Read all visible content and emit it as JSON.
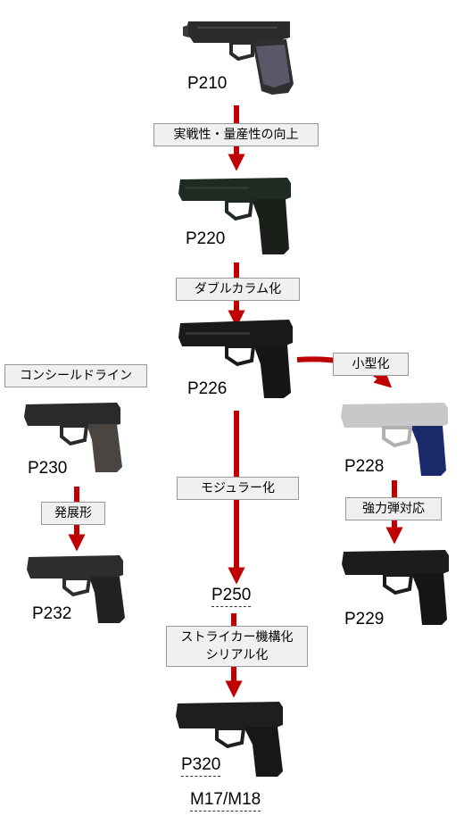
{
  "models": {
    "p210": "P210",
    "p220": "P220",
    "p226": "P226",
    "p228": "P228",
    "p229": "P229",
    "p230": "P230",
    "p232": "P232",
    "p250": "P250",
    "p320": "P320",
    "m17": "M17/M18"
  },
  "labels": {
    "practical": "実戦性・量産性の向上",
    "double_stack": "ダブルカラム化",
    "compact": "小型化",
    "concealed_line": "コンシールドライン",
    "developed": "発展形",
    "modular": "モジュラー化",
    "powerful_ammo": "強力弾対応",
    "striker_line1": "ストライカー機構化",
    "striker_line2": "シリアル化"
  },
  "colors": {
    "arrow": "#c00000",
    "gun_dark": "#2b2b2b",
    "gun_black": "#1a1a1a",
    "gun_silver": "#c8c8c8",
    "grip_blue": "#1a2a6a",
    "grip_grey": "#5a5868"
  }
}
